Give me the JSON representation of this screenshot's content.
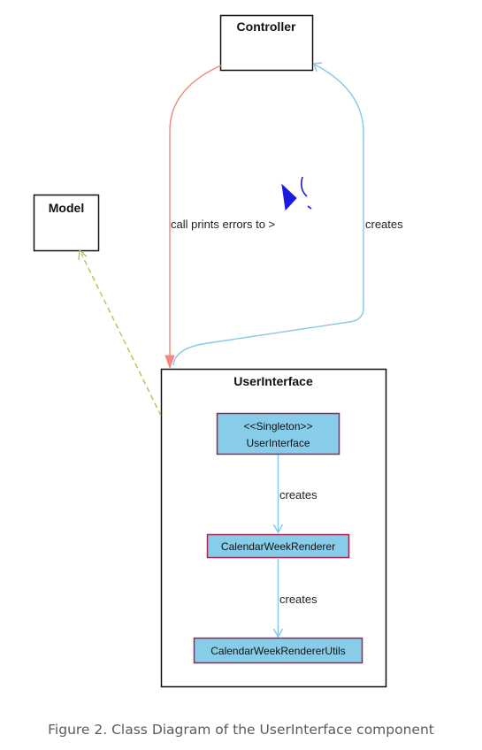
{
  "nodes": {
    "controller": {
      "label": "Controller"
    },
    "model": {
      "label": "Model"
    },
    "user_interface_package": {
      "label": "UserInterface"
    },
    "singleton_class": {
      "stereotype": "<<Singleton>>",
      "label": "UserInterface"
    },
    "calendar_week_renderer": {
      "label": "CalendarWeekRenderer"
    },
    "calendar_week_renderer_utils": {
      "label": "CalendarWeekRendererUtils"
    }
  },
  "edges": {
    "controller_to_ui": {
      "label": "call prints errors to >"
    },
    "ui_creates_controller": {
      "label": "creates"
    },
    "singleton_creates_renderer": {
      "label": "creates"
    },
    "renderer_creates_utils": {
      "label": "creates"
    }
  },
  "colors": {
    "class_fill": "#87cdea",
    "class_border": "#a3204f",
    "red_arrow": "#f4877e",
    "blue_arrow": "#87c8e6",
    "dashed_arrow": "#9cc74a",
    "scribble": "#1a1ae0"
  },
  "caption": "Figure 2. Class Diagram of the UserInterface component"
}
